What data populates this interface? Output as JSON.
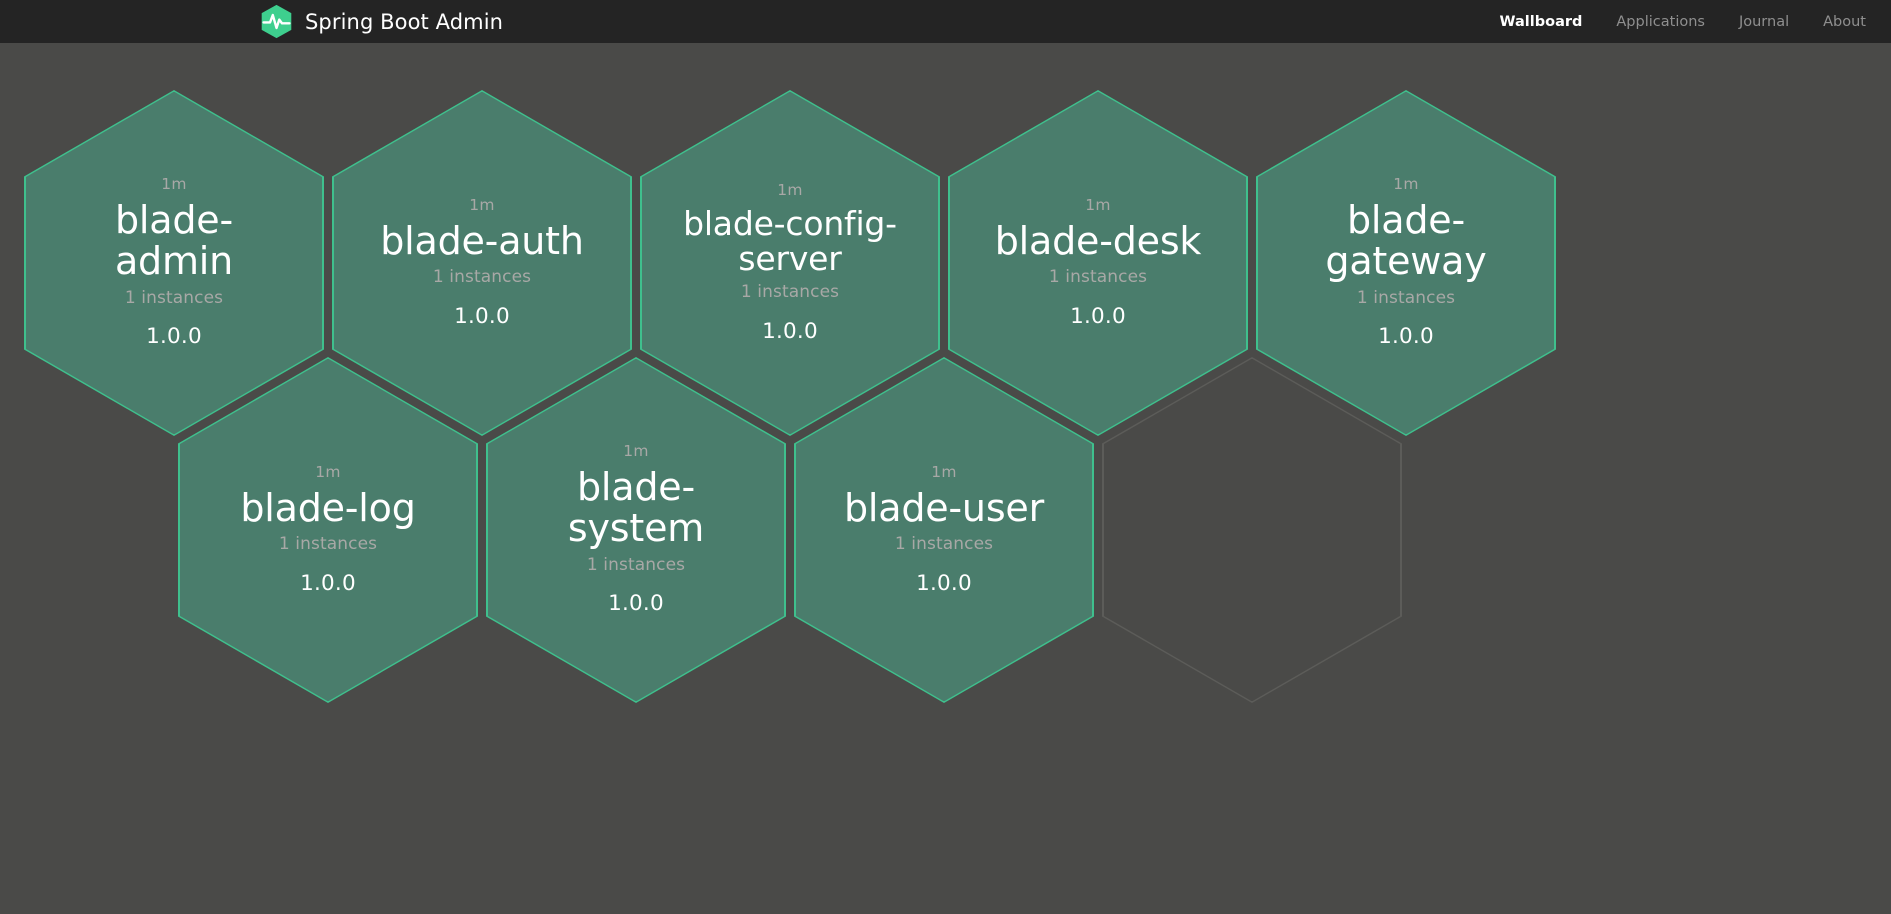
{
  "navbar": {
    "brand_label": "Spring Boot Admin",
    "brand_icon": "heartbeat-hexagon-logo",
    "logo_color": "#3ecf8e",
    "background": "#242424",
    "links": [
      {
        "label": "Wallboard",
        "active": true
      },
      {
        "label": "Applications",
        "active": false
      },
      {
        "label": "Journal",
        "active": false
      },
      {
        "label": "About",
        "active": false
      }
    ]
  },
  "theme": {
    "page_background": "#4a4a48",
    "hex_fill": "#4a7d6c",
    "hex_border": "#3fc08d",
    "empty_hex_border": "#5c5c59",
    "text_primary": "#ffffff",
    "text_muted": "#a8a8a6"
  },
  "wallboard": {
    "applications": [
      {
        "uptime": "1m",
        "name": "blade-admin",
        "instances": "1 instances",
        "version": "1.0.0",
        "status": "UP"
      },
      {
        "uptime": "1m",
        "name": "blade-auth",
        "instances": "1 instances",
        "version": "1.0.0",
        "status": "UP"
      },
      {
        "uptime": "1m",
        "name": "blade-config-server",
        "instances": "1 instances",
        "version": "1.0.0",
        "status": "UP"
      },
      {
        "uptime": "1m",
        "name": "blade-desk",
        "instances": "1 instances",
        "version": "1.0.0",
        "status": "UP"
      },
      {
        "uptime": "1m",
        "name": "blade-gateway",
        "instances": "1 instances",
        "version": "1.0.0",
        "status": "UP"
      },
      {
        "uptime": "1m",
        "name": "blade-log",
        "instances": "1 instances",
        "version": "1.0.0",
        "status": "UP"
      },
      {
        "uptime": "1m",
        "name": "blade-system",
        "instances": "1 instances",
        "version": "1.0.0",
        "status": "UP"
      },
      {
        "uptime": "1m",
        "name": "blade-user",
        "instances": "1 instances",
        "version": "1.0.0",
        "status": "UP"
      }
    ],
    "placeholder_count": 1
  }
}
